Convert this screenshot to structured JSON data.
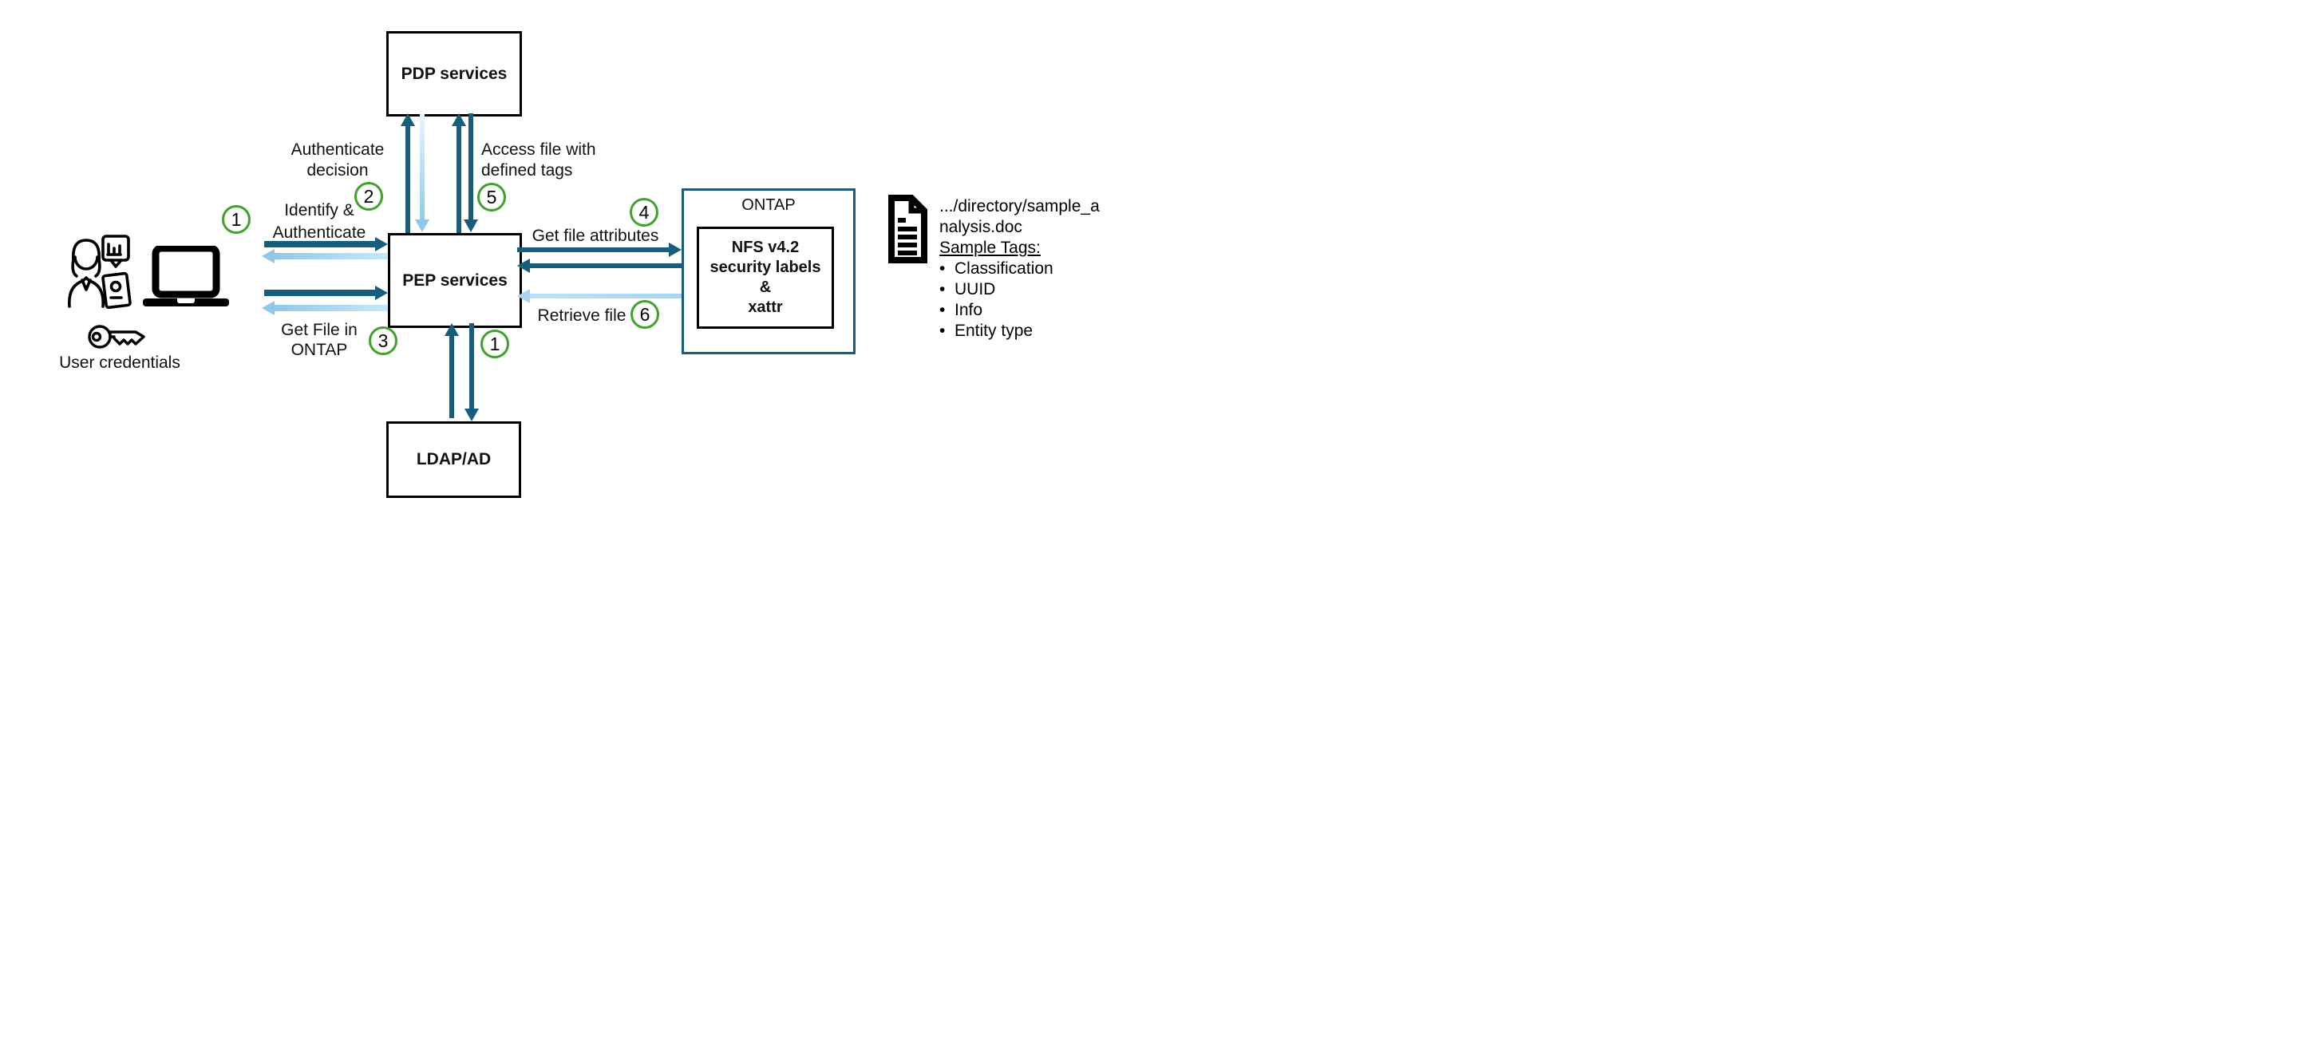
{
  "diagram": {
    "boxes": {
      "pdp": {
        "label": "PDP services"
      },
      "pep": {
        "label": "PEP services"
      },
      "ldap": {
        "label": "LDAP/AD"
      },
      "ontap": {
        "label": "ONTAP",
        "inner_lines": [
          "NFS v4.2",
          "security labels",
          "&",
          "xattr"
        ]
      }
    },
    "labels": {
      "identify": [
        "Identify &",
        "Authenticate"
      ],
      "auth_decision": [
        "Authenticate",
        "decision"
      ],
      "access_file": [
        "Access file with",
        "defined tags"
      ],
      "get_file": [
        "Get File in",
        "ONTAP"
      ],
      "get_attrs": "Get file attributes",
      "retrieve": "Retrieve file",
      "user_credentials": "User credentials"
    },
    "step_numbers": {
      "c1": "1",
      "c2": "2",
      "c3": "3",
      "c4": "4",
      "c5": "5",
      "c6": "6",
      "c1b": "1"
    },
    "file_info": {
      "path_lines": [
        ".../directory/sample_a",
        "nalysis.doc"
      ],
      "tags_heading": "Sample Tags:",
      "tags": [
        "Classification",
        "UUID",
        "Info",
        "Entity type"
      ]
    },
    "icons": {
      "analyst": "analyst-user-icon",
      "laptop": "laptop-icon",
      "key": "key-icon",
      "document": "document-icon"
    },
    "colors": {
      "dark_arrow": "#175E7E",
      "light_arrow": "#A6D6F0",
      "step_green": "#3FA32B",
      "ontap_border": "#1D5B7B"
    }
  }
}
